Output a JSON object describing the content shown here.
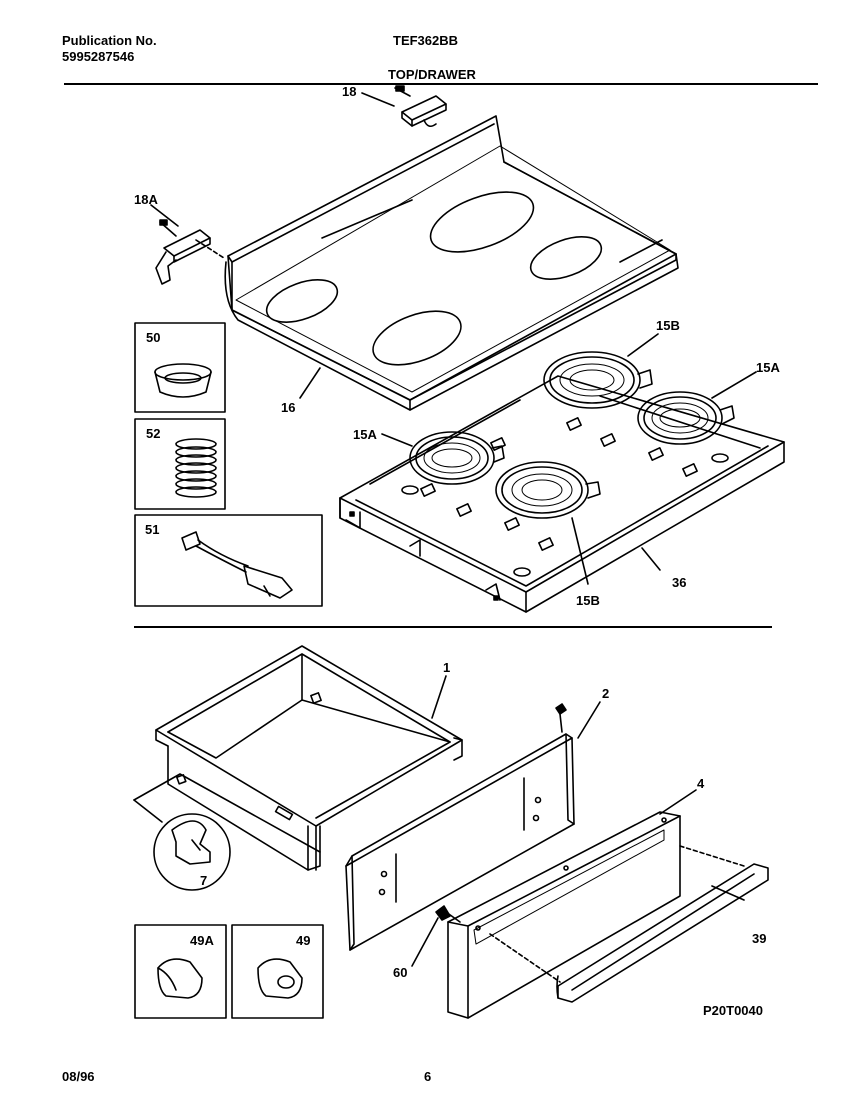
{
  "header": {
    "publication_label": "Publication No.",
    "publication_number": "5995287546",
    "model": "TEF362BB",
    "section_title": "TOP/DRAWER"
  },
  "callouts": {
    "p18": "18",
    "p18a": "18A",
    "p16": "16",
    "p15b_top": "15B",
    "p15a_right": "15A",
    "p15a_left": "15A",
    "p15b_bottom": "15B",
    "p36": "36",
    "p50": "50",
    "p52": "52",
    "p51": "51",
    "p1": "1",
    "p2": "2",
    "p4": "4",
    "p7": "7",
    "p49a": "49A",
    "p49": "49",
    "p60": "60",
    "p39": "39"
  },
  "drawing_code": "P20T0040",
  "footer": {
    "date": "08/96",
    "page": "6"
  }
}
